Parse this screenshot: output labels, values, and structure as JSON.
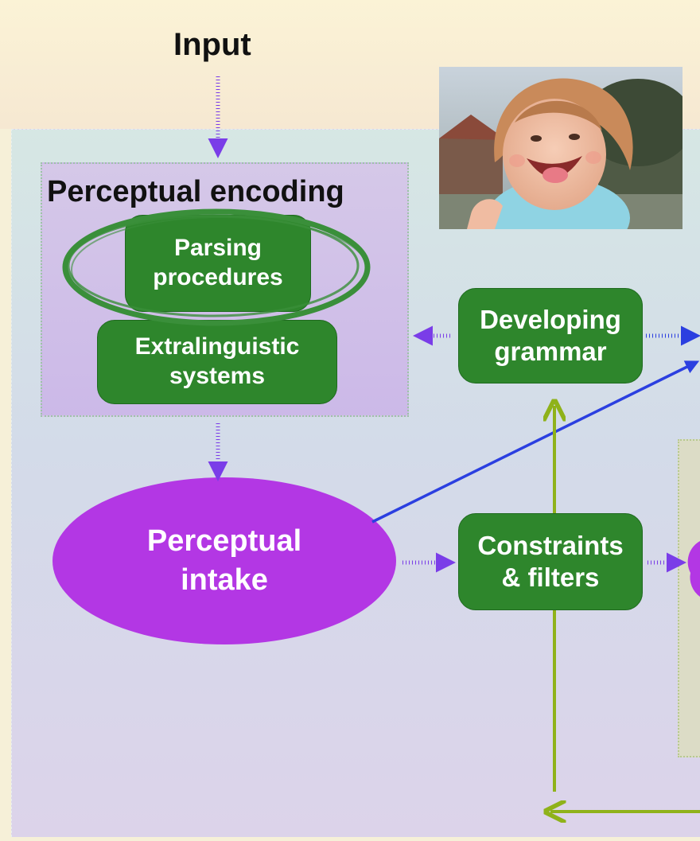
{
  "input_label": "Input",
  "perceptual_encoding": {
    "title": "Perceptual encoding",
    "parsing_procedures": "Parsing\nprocedures",
    "extralinguistic_systems": "Extralinguistic\nsystems"
  },
  "developing_grammar": "Developing\ngrammar",
  "perceptual_intake": "Perceptual\nintake",
  "constraints_filters": "Constraints\n& filters",
  "colors": {
    "green_box": "#2e862c",
    "intake_purple": "#b337e4",
    "arrow_purple": "#7a3de8",
    "arrow_blue": "#2b3fe0",
    "arrow_green": "#8fb21a",
    "highlight_ring": "#3a8f3a"
  },
  "photo": {
    "subject": "laughing-toddler-photo"
  }
}
